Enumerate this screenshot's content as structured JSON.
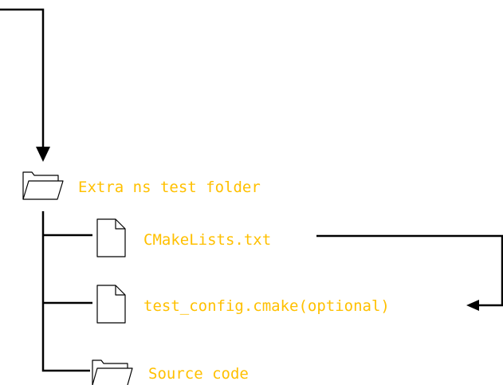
{
  "colors": {
    "label": "#FFC000",
    "line": "#000000"
  },
  "tree": {
    "root": {
      "label": "Extra ns test folder",
      "icon": "folder-open-icon"
    },
    "children": [
      {
        "label": "CMakeLists.txt",
        "icon": "file-icon"
      },
      {
        "label": "test_config.cmake(optional)",
        "icon": "file-icon"
      },
      {
        "label": "Source code",
        "icon": "folder-open-icon"
      }
    ]
  }
}
